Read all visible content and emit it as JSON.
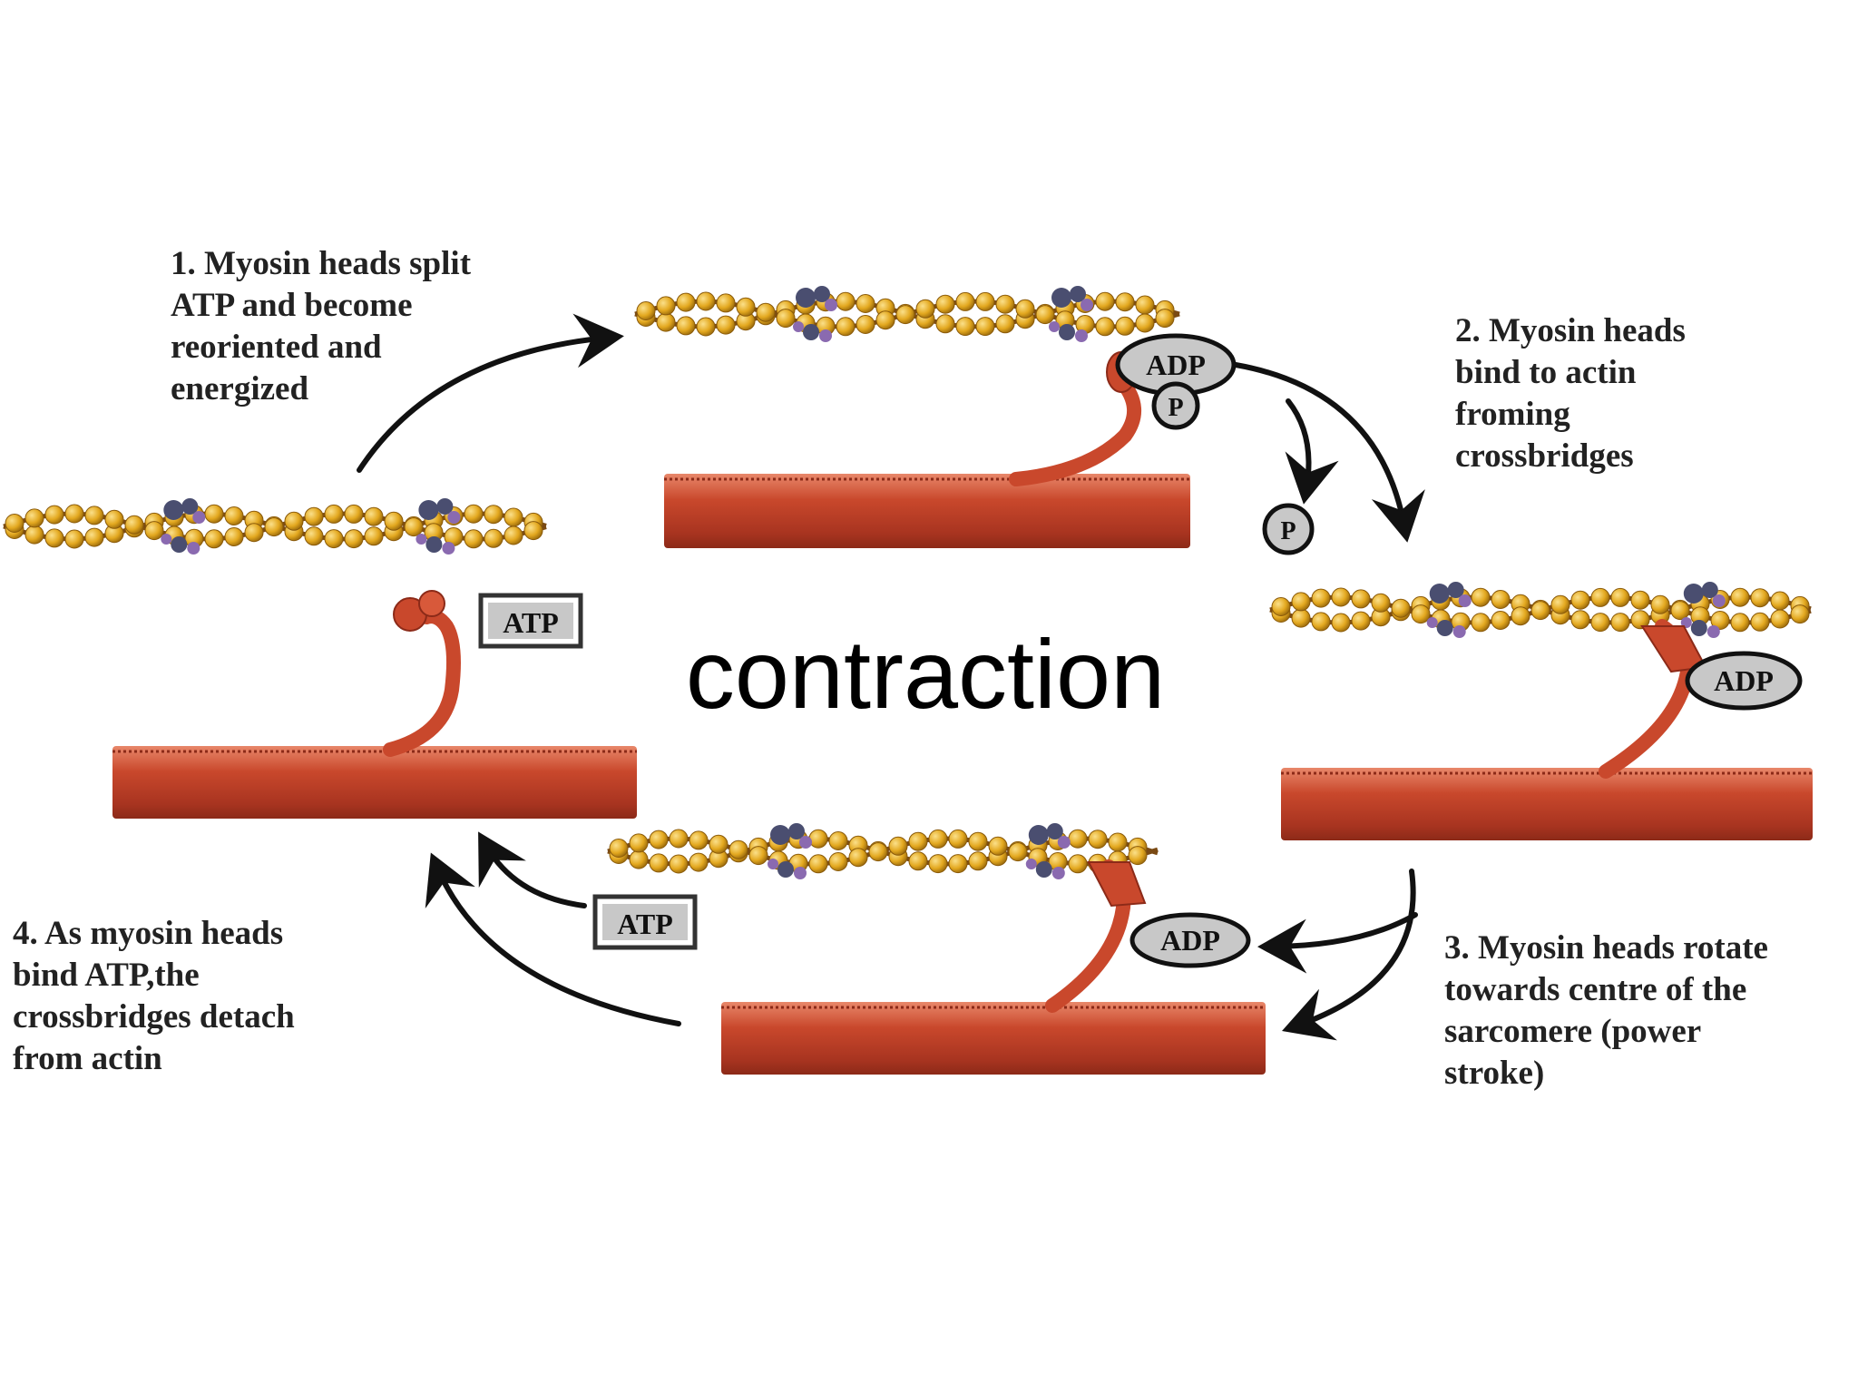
{
  "title": "contraction",
  "steps": [
    {
      "label": "1. Myosin heads split\nATP and become\nreoriented and\nenergized"
    },
    {
      "label": "2. Myosin heads\nbind to actin\nfroming\ncrossbridges"
    },
    {
      "label": "3. Myosin heads rotate\ntowards centre of the\nsarcomere (power\nstroke)"
    },
    {
      "label": "4. As myosin heads\nbind ATP,the\ncrossbridges detach\nfrom actin"
    }
  ],
  "molecules": {
    "atp": "ATP",
    "adp": "ADP",
    "phosphate": "P"
  },
  "colors": {
    "myosin": "#c9482c",
    "myosin_highlight": "#e8876a",
    "actin_bead": "#e3a81f",
    "actin_strand": "#7a4a14",
    "troponin": "#4a4e70",
    "troponin_light": "#8a6ab0",
    "arrow": "#111111",
    "badge_fill": "#c8c8c8"
  }
}
